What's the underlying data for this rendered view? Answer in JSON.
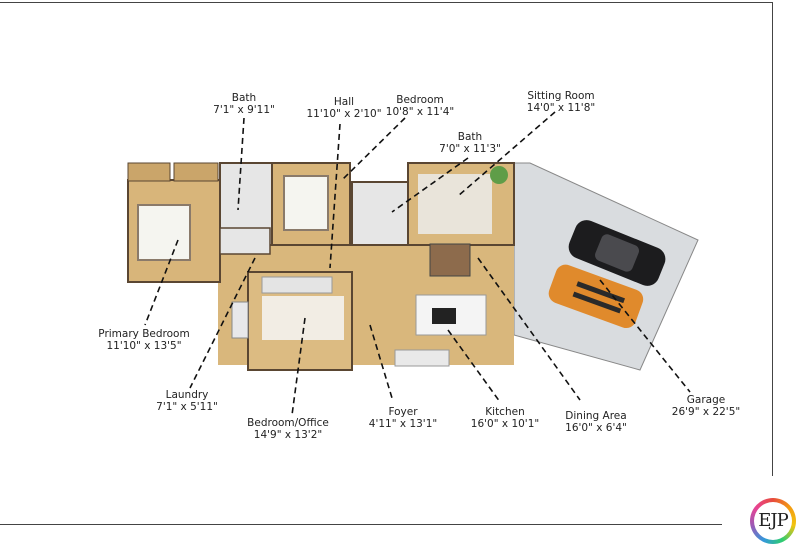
{
  "rooms": [
    {
      "id": "bath1",
      "name": "Bath",
      "dims": "7'1\" x 9'11\""
    },
    {
      "id": "hall",
      "name": "Hall",
      "dims": "11'10\" x 2'10\""
    },
    {
      "id": "bedroom",
      "name": "Bedroom",
      "dims": "10'8\" x 11'4\""
    },
    {
      "id": "sitting",
      "name": "Sitting Room",
      "dims": "14'0\" x 11'8\""
    },
    {
      "id": "bath2",
      "name": "Bath",
      "dims": "7'0\" x 11'3\""
    },
    {
      "id": "primary",
      "name": "Primary Bedroom",
      "dims": "11'10\" x 13'5\""
    },
    {
      "id": "laundry",
      "name": "Laundry",
      "dims": "7'1\" x 5'11\""
    },
    {
      "id": "office",
      "name": "Bedroom/Office",
      "dims": "14'9\" x 13'2\""
    },
    {
      "id": "foyer",
      "name": "Foyer",
      "dims": "4'11\" x 13'1\""
    },
    {
      "id": "kitchen",
      "name": "Kitchen",
      "dims": "16'0\" x 10'1\""
    },
    {
      "id": "dining",
      "name": "Dining Area",
      "dims": "16'0\" x 6'4\""
    },
    {
      "id": "garage",
      "name": "Garage",
      "dims": "26'9\" x 22'5\""
    }
  ],
  "logo": {
    "text": "EJP"
  }
}
